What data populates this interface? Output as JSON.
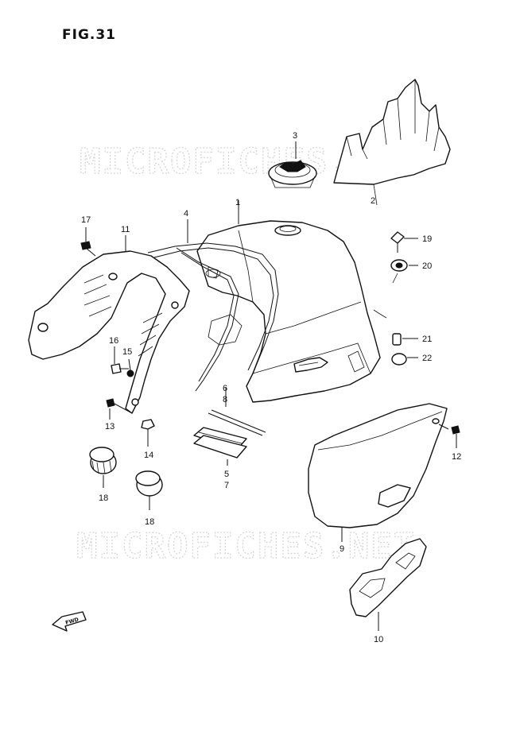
{
  "figure": {
    "title": "FIG.31"
  },
  "watermark": {
    "text": "MICROFICHES.NET"
  },
  "callouts": [
    "1",
    "2",
    "3",
    "4",
    "5",
    "6",
    "7",
    "8",
    "9",
    "10",
    "11",
    "12",
    "13",
    "14",
    "15",
    "16",
    "17",
    "18",
    "19",
    "20",
    "21",
    "22"
  ],
  "labels": {
    "c1": "1",
    "c2": "2",
    "c3": "3",
    "c4": "4",
    "c5": "5",
    "c6": "6",
    "c7": "7",
    "c8": "8",
    "c9": "9",
    "c10": "10",
    "c11": "11",
    "c12": "12",
    "c13": "13",
    "c14": "14",
    "c15": "15",
    "c16": "16",
    "c17": "17",
    "c18a": "18",
    "c18b": "18",
    "c19": "19",
    "c20": "20",
    "c21": "21",
    "c22": "22"
  },
  "fwd_label": "FWD",
  "colors": {
    "ink": "#111111",
    "watermark": "#d6d6d6",
    "background": "#ffffff"
  }
}
